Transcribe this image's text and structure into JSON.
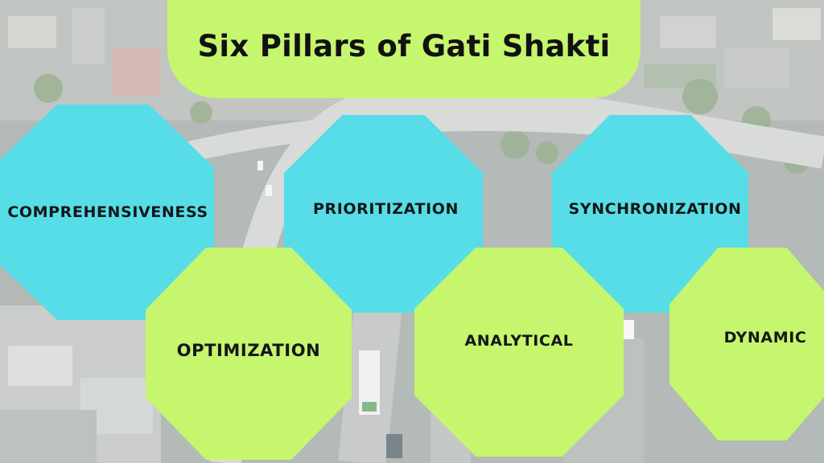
{
  "title": "Six Pillars of Gati Shakti",
  "colors": {
    "cyan": "#56dde8",
    "green": "#c6f56e",
    "text": "#161616"
  },
  "pillars": [
    {
      "label": "COMPREHENSIVENESS",
      "color": "cyan"
    },
    {
      "label": "PRIORITIZATION",
      "color": "cyan"
    },
    {
      "label": "SYNCHRONIZATION",
      "color": "cyan"
    },
    {
      "label": "OPTIMIZATION",
      "color": "green"
    },
    {
      "label": "ANALYTICAL",
      "color": "green"
    },
    {
      "label": "DYNAMIC",
      "color": "green"
    }
  ],
  "background": "aerial photo of city highway interchange"
}
